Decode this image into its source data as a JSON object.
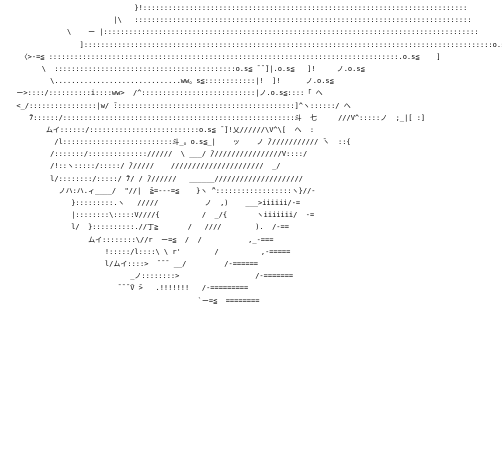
{
  "art": {
    "lines": [
      "                              }!:::::::::::::::::::::::::::::::::::::::::::::::::::::::::::::::::::::::::::::",
      "                         |\\   ::::::::::::::::::::::::::::::::::::::::::::::::::::::::::::::::::::::::::::::::",
      "              \\    ー |:::::::::::::::::::::::::::::::::::::::::::::::::::::::::::::::::::::::::::::::::::::::::",
      "                 ]:::::::::::::::::::::::::::::::::::::::::::::::::::::::::::::::::::::::::::::::::::::::::::::::::o.s≦",
      "   〈>-=≦ :::::::::::::::::::::::::::::::::::::::::::::::::::::::::::::::::::::::::::::::::::.o.s≦    ]",
      "        \\  :::::::::::::::::::::::::::::::::::::::::::o.s≦ ̄ ̄ ̄]|.o.s≦   ]!     ノ.o.s≦",
      "          \\..............................ww。s≦::::::::::::|!  ]!      ノ.o.s≦",
      "  ー>::::/::::::::::i::::ww>  /^:::::::::::::::::::::::::::|ノ.o.s≦::::「 へ",
      "  <_/::::::::::::::::|w/ ̄:::::::::::::::::::::::::::::::::::::::::::]^ヽ::::::/ へ",
      "     ̄7::::::/:::::::::::::::::::::::::::::::::::::::::::::::::::::::斗  七     ///V^:::::ノ  ;_|[ :]",
      "         ムイ::::::/::::::::::::::::::::::::::o.s≦ ̄ ̄]!乂//////\\V^\\[  へ  :",
      "           /l::::::::::::::::::::::::::斗_。o.s≦_|    ッ    ノ ̄//////////// ̄ヽ  ::{",
      "          /:::::::/:::::::::::::://////  \\ ___/ ̄/////////////////V::::/",
      "          /!::ヽ:::::/:::::/ ̄//////    //////////////////////  _/",
      "          l/::::::::/:::::/ ̄7/ / ̄///////   ______/////////////////////",
      "            ノハ:ハ.ィ____/  \"//|  ̄≧=---=≦    }ヽ ̄^::::::::::::::::::ヽ}//-",
      "               }:::::::::.ヽ   /////           ノ  ,)    ___>iiiiii/-=",
      "               |::::::::\\:::::V////{          /  _/{       ヽiiiiiii/  -=",
      "               l/  }::::::::::.//丁≧       /   ////        ).  /-==",
      "                   ムイ::::::::\\//r  ー=≦  /  /           ,_-===",
      "                       !:::::/l::::\\ \\ r'        /          ,-=====",
      "                       l/ムイ::::>  ̄ ̄ ̄  __/         /-======",
      "                             _ノ::::::::>                  /-=======",
      "                          ̄ ̄ ̄ ̄V ̄>   .!!!!!!!   /-=========",
      "                                             `ー=≦  ========"
    ]
  }
}
